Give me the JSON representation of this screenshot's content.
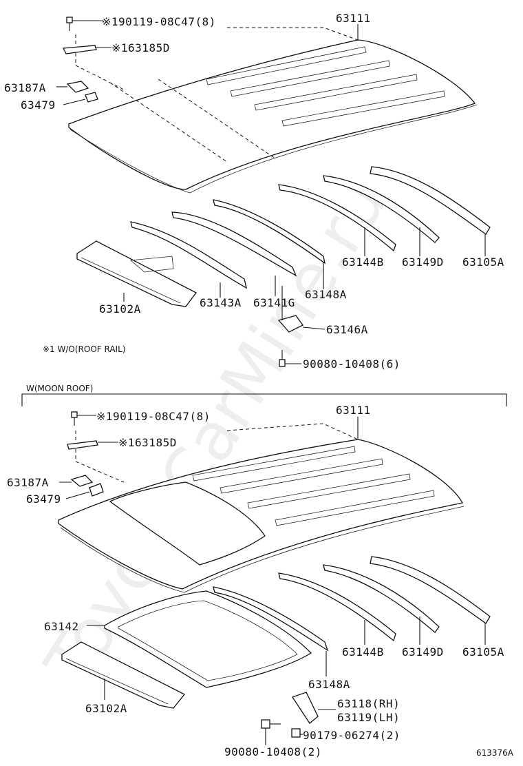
{
  "watermark": "ToyotaCarMine.ru",
  "note_without_roof_rail": "※1  W/O(ROOF RAIL)",
  "section_moon_roof": "W(MOON ROOF)",
  "figure_code": "613376A",
  "top_section": {
    "label_63111": "63111",
    "label_bolt": "※190119-08C47(8)",
    "label_63185d": "※163185D",
    "label_63187a": "63187A",
    "label_63479": "63479",
    "label_63102a": "63102A",
    "label_63143a": "63143A",
    "label_63141g": "63141G",
    "label_63148a": "63148A",
    "label_63144b": "63144B",
    "label_63149d": "63149D",
    "label_63105a": "63105A",
    "label_63146a": "63146A",
    "label_screw": "90080-10408(6)"
  },
  "bottom_section": {
    "label_63111": "63111",
    "label_bolt": "※190119-08C47(8)",
    "label_63185d": "※163185D",
    "label_63187a": "63187A",
    "label_63479": "63479",
    "label_63142": "63142",
    "label_63102a": "63102A",
    "label_63148a": "63148A",
    "label_63144b": "63144B",
    "label_63149d": "63149D",
    "label_63105a": "63105A",
    "label_63118": "63118(RH)",
    "label_63119": "63119(LH)",
    "label_nut": "90179-06274(2)",
    "label_screw": "90080-10408(2)"
  }
}
